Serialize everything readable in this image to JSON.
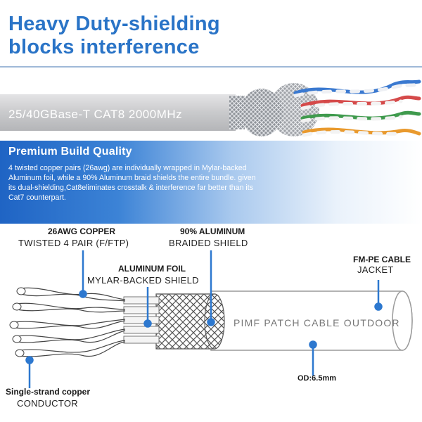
{
  "headline": {
    "line1": "Heavy Duty-shielding",
    "line2": "blocks  interference"
  },
  "top_cable_text": "25/40GBase-T  CAT8  2000MHz",
  "banner": {
    "title": "Premium Build Quality",
    "body": "4 twisted copper pairs (26awg) are individually wrapped in Mylar-backed Aluminum foil, while a 90% Aluminum braid shields the entire bundle. given its dual-shielding,Cat8eliminates crosstalk & interference far better than its Cat7 counterpart."
  },
  "callouts": {
    "copper_title": "26AWG COPPER",
    "copper_sub": "TWISTED 4 PAIR (F/FTP)",
    "aluminum_title": "90% ALUMINUM",
    "aluminum_sub": "BRAIDED SHIELD",
    "foil_title": "ALUMINUM FOIL",
    "foil_sub": "MYLAR-BACKED SHIELD",
    "jacket_title": "FM-PE CABLE",
    "jacket_sub": "JACKET",
    "conductor_title": "Single-strand copper",
    "conductor_sub": "CONDUCTOR",
    "od": "OD:6.5mm"
  },
  "diagram_cable_text": "PIMF  PATCH  CABLE  OUTDOOR",
  "colors": {
    "brand_blue": "#2a74c7",
    "callout_blue": "#2d78cf",
    "cable_gray": "#cfd0d2"
  },
  "wire_colors": [
    "blue-white",
    "red-white",
    "green-white",
    "orange-white"
  ]
}
